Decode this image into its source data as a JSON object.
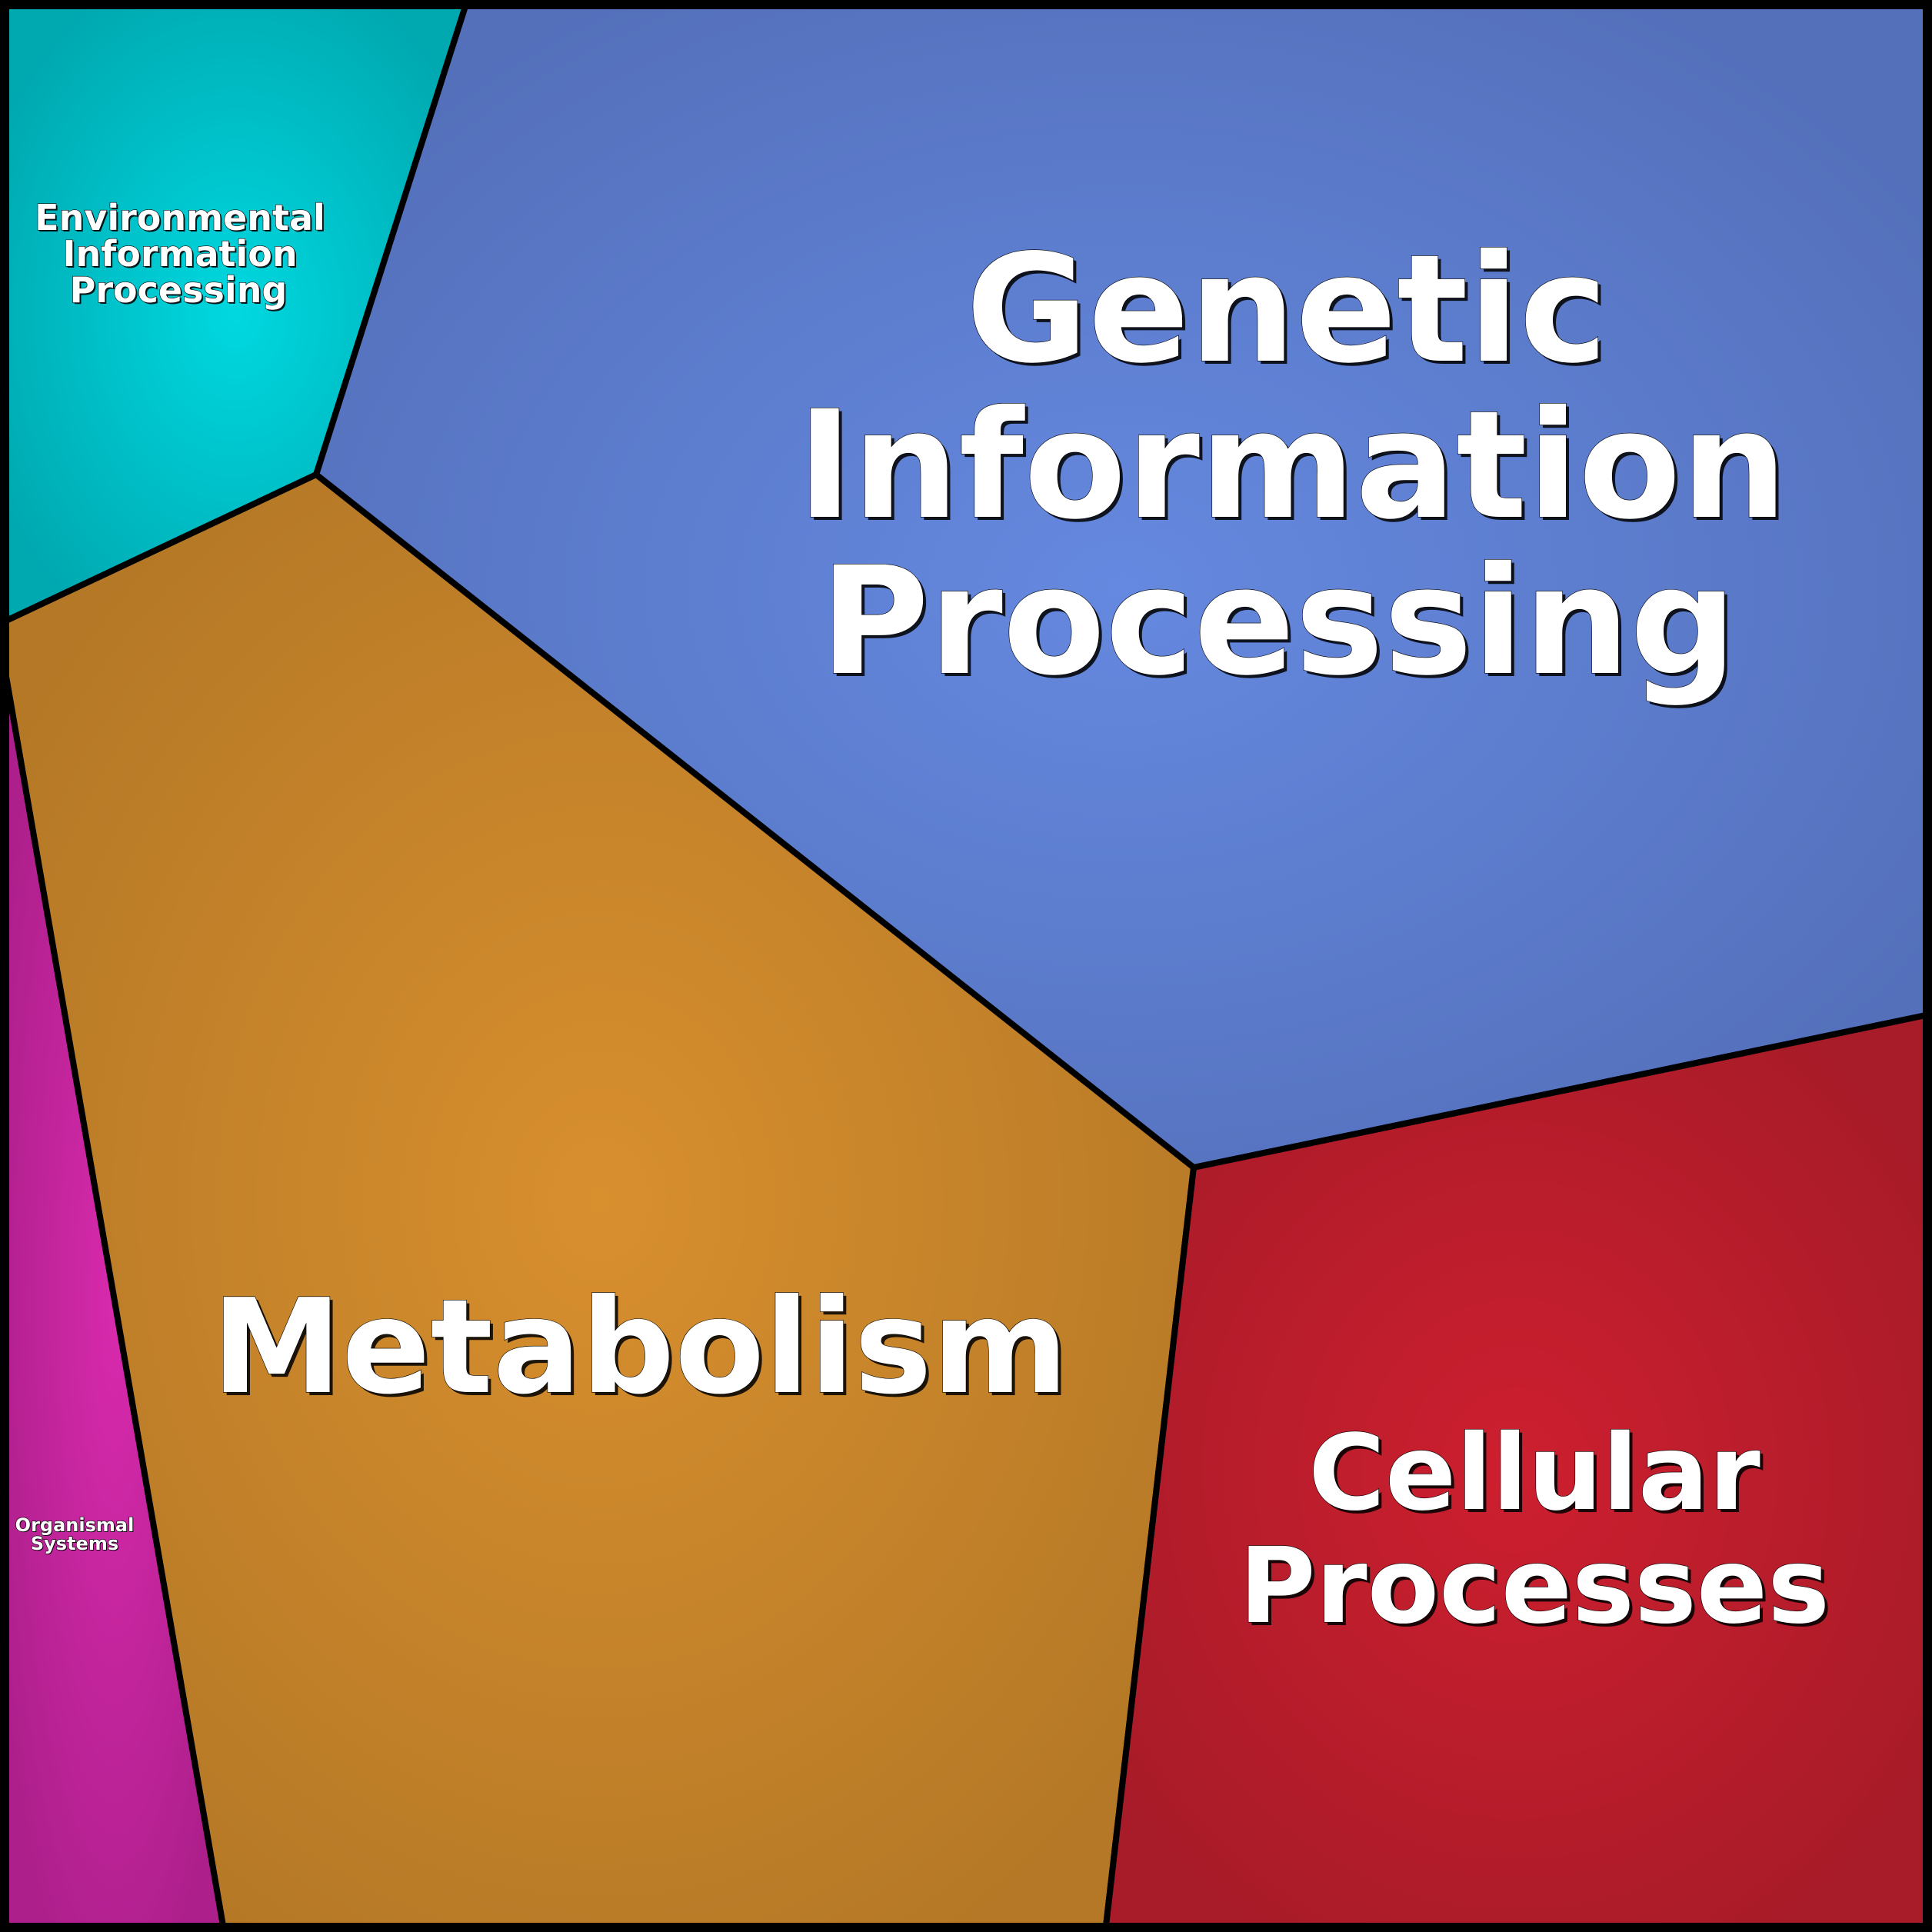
{
  "regions": [
    {
      "id": "genetic-information-processing",
      "lines": [
        "Genetic",
        "Information",
        "Processing"
      ],
      "color_center": "#6589e0",
      "color_edge": "#5470bb"
    },
    {
      "id": "metabolism",
      "lines": [
        "Metabolism"
      ],
      "color_center": "#d88f2e",
      "color_edge": "#b47826"
    },
    {
      "id": "cellular-processes",
      "lines": [
        "Cellular",
        "Processes"
      ],
      "color_center": "#cd1f2f",
      "color_edge": "#a81b28"
    },
    {
      "id": "environmental-information-processing",
      "lines": [
        "Environmental",
        "Information",
        "Processing"
      ],
      "color_center": "#00d8e0",
      "color_edge": "#00a8b0"
    },
    {
      "id": "organismal-systems",
      "lines": [
        "Organismal",
        "Systems"
      ],
      "color_center": "#d82aad",
      "color_edge": "#ad1f8b"
    }
  ]
}
